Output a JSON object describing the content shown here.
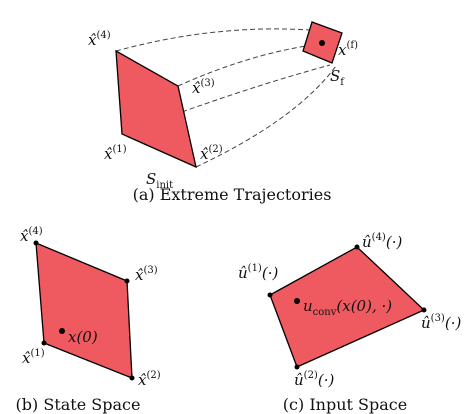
{
  "colors": {
    "fill": "#ee5a5f",
    "stroke": "#000000",
    "dash": "#444444"
  },
  "panel_a": {
    "caption": "(a) Extreme Trajectories",
    "x1": {
      "base": "x̂",
      "sup": "(1)"
    },
    "x2": {
      "base": "x̂",
      "sup": "(2)"
    },
    "x3": {
      "base": "x̂",
      "sup": "(3)"
    },
    "x4": {
      "base": "x̂",
      "sup": "(4)"
    },
    "xf": {
      "base": "x",
      "sup": "(f)"
    },
    "s_init": {
      "base": "S",
      "sub": "init"
    },
    "s_f": {
      "base": "S",
      "sub": "f"
    }
  },
  "panel_b": {
    "caption": "(b) State Space",
    "x1": {
      "base": "x̂",
      "sup": "(1)"
    },
    "x2": {
      "base": "x̂",
      "sup": "(2)"
    },
    "x3": {
      "base": "x̂",
      "sup": "(3)"
    },
    "x4": {
      "base": "x̂",
      "sup": "(4)"
    },
    "x0": "x(0)"
  },
  "panel_c": {
    "caption": "(c) Input Space",
    "u1": {
      "base": "û",
      "sup": "(1)",
      "arg": "(·)"
    },
    "u2": {
      "base": "û",
      "sup": "(2)",
      "arg": "(·)"
    },
    "u3": {
      "base": "û",
      "sup": "(3)",
      "arg": "(·)"
    },
    "u4": {
      "base": "û",
      "sup": "(4)",
      "arg": "(·)"
    },
    "uconv": {
      "base": "u",
      "sub": "conv",
      "arg": "(x(0), ·)"
    }
  }
}
